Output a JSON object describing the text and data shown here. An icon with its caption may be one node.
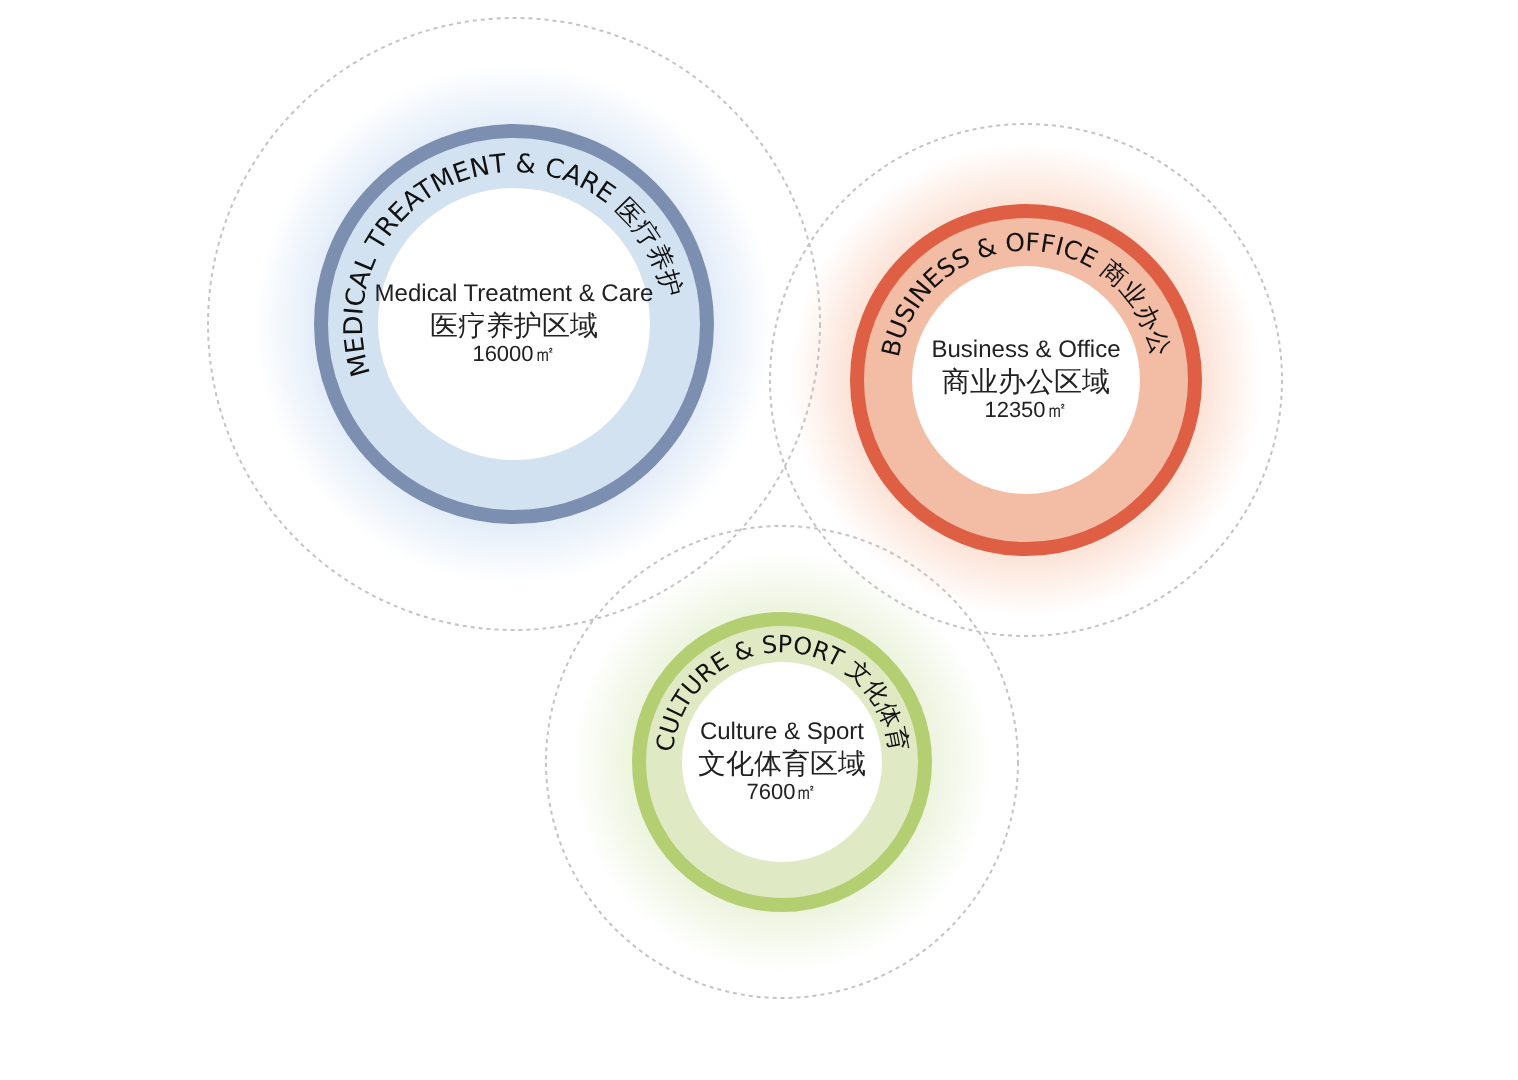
{
  "diagram": {
    "nodes": [
      {
        "text": [
          "MEDICAL TREATMENT & CARE 医疗养护",
          "Medical Treatment & Care",
          "医疗养护区域",
          "16000㎡"
        ]
      },
      {
        "text": [
          "BUSINESS & OFFICE 商业办公",
          "Business & Office",
          "商业办公区域",
          "12350㎡"
        ]
      },
      {
        "text": [
          "CULTURE & SPORT 文化体育",
          "Culture & Sport",
          "文化体育区域",
          "7600㎡"
        ]
      }
    ]
  }
}
